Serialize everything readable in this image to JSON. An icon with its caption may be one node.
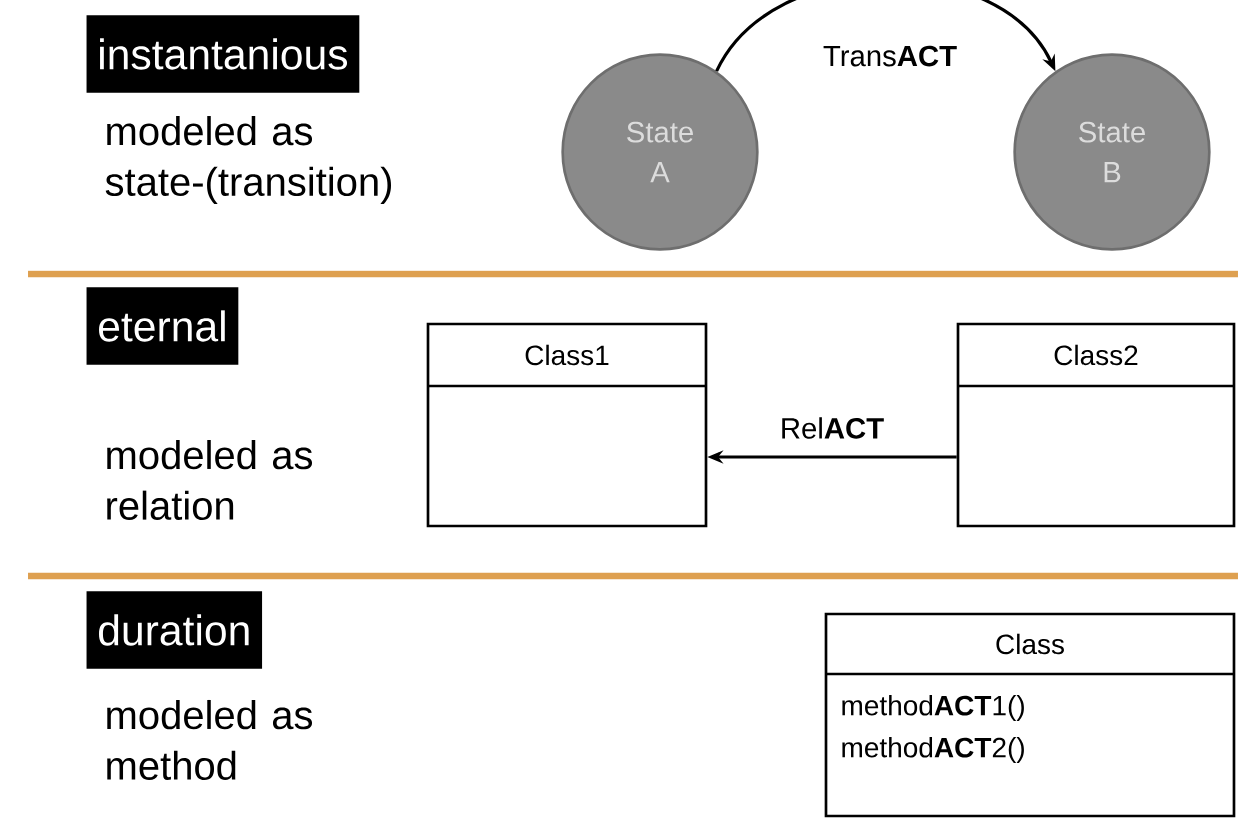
{
  "diagram": {
    "nodes": [
      {
        "text": [
          "instantanious"
        ]
      },
      {
        "text": [
          "State A"
        ]
      },
      {
        "text": [
          "State B"
        ]
      },
      {
        "text": [
          "eternal"
        ]
      },
      {
        "text": [
          "Class1"
        ]
      },
      {
        "text": [
          "Class2"
        ]
      },
      {
        "text": [
          "duration"
        ]
      },
      {
        "text": [
          "Class",
          "method**ACT**1()",
          "method**ACT**2()"
        ]
      }
    ],
    "edges": [
      {
        "from": 1,
        "to": 2,
        "arrow": "to",
        "label": "Trans**ACT**"
      },
      {
        "from": 5,
        "to": 4,
        "arrow": "to",
        "label": "Rel**ACT**"
      }
    ],
    "labels": [
      "modeled as state-(transition)",
      "modeled as relation",
      "modeled as method"
    ]
  }
}
